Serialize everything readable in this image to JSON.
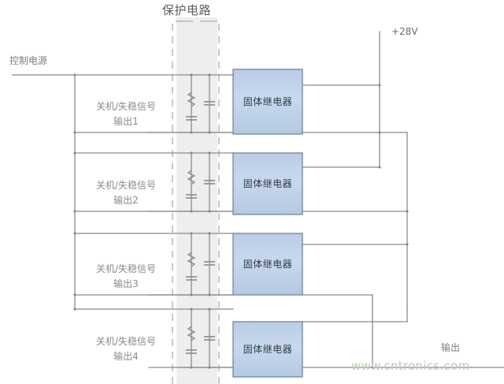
{
  "diagram": {
    "title": "保护电路",
    "source_label": "控制电源",
    "supply_label": "+28V",
    "output_label": "输出",
    "watermark": "www.cntronics.com",
    "relay_label": "固体继电器",
    "signal_labels": [
      {
        "line1": "关机/失稳信号",
        "line2": "输出1"
      },
      {
        "line1": "关机/失稳信号",
        "line2": "输出2"
      },
      {
        "line1": "关机/失稳信号",
        "line2": "输出3"
      },
      {
        "line1": "关机/失稳信号",
        "line2": "输出4"
      }
    ],
    "relays": [
      {
        "label": "固体继电器"
      },
      {
        "label": "固体继电器"
      },
      {
        "label": "固体继电器"
      },
      {
        "label": "固体继电器"
      }
    ],
    "components": {
      "resistor": "resistor",
      "capacitor": "capacitor"
    },
    "colors": {
      "relay_fill": "#c3d4ea",
      "relay_stroke": "#7a8b9e",
      "wire": "#8a8a8a",
      "band_fill": "#eeeeee",
      "dashed": "#9a9a9a",
      "text": "#7d7d7d",
      "watermark": "#b9ccb3"
    }
  }
}
